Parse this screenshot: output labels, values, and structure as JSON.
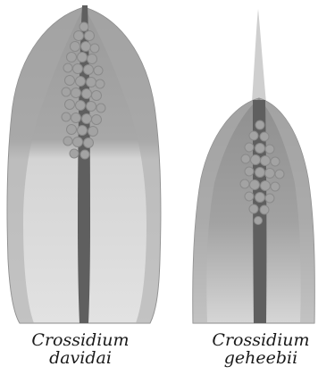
{
  "figure": {
    "panels": [
      {
        "species_line1": "Crossidium",
        "species_line2": "davidai"
      },
      {
        "species_line1": "Crossidium",
        "species_line2": "geheebii"
      }
    ],
    "colors": {
      "lamina_dark": "#8e8e8e",
      "lamina_mid": "#a8a8a8",
      "lamina_light": "#d9d9d9",
      "costa": "#5f5f5f",
      "filaments": "#a3a3a3",
      "filament_outline": "#8a8a8a",
      "hairpoint": "#cfcfcf"
    }
  }
}
